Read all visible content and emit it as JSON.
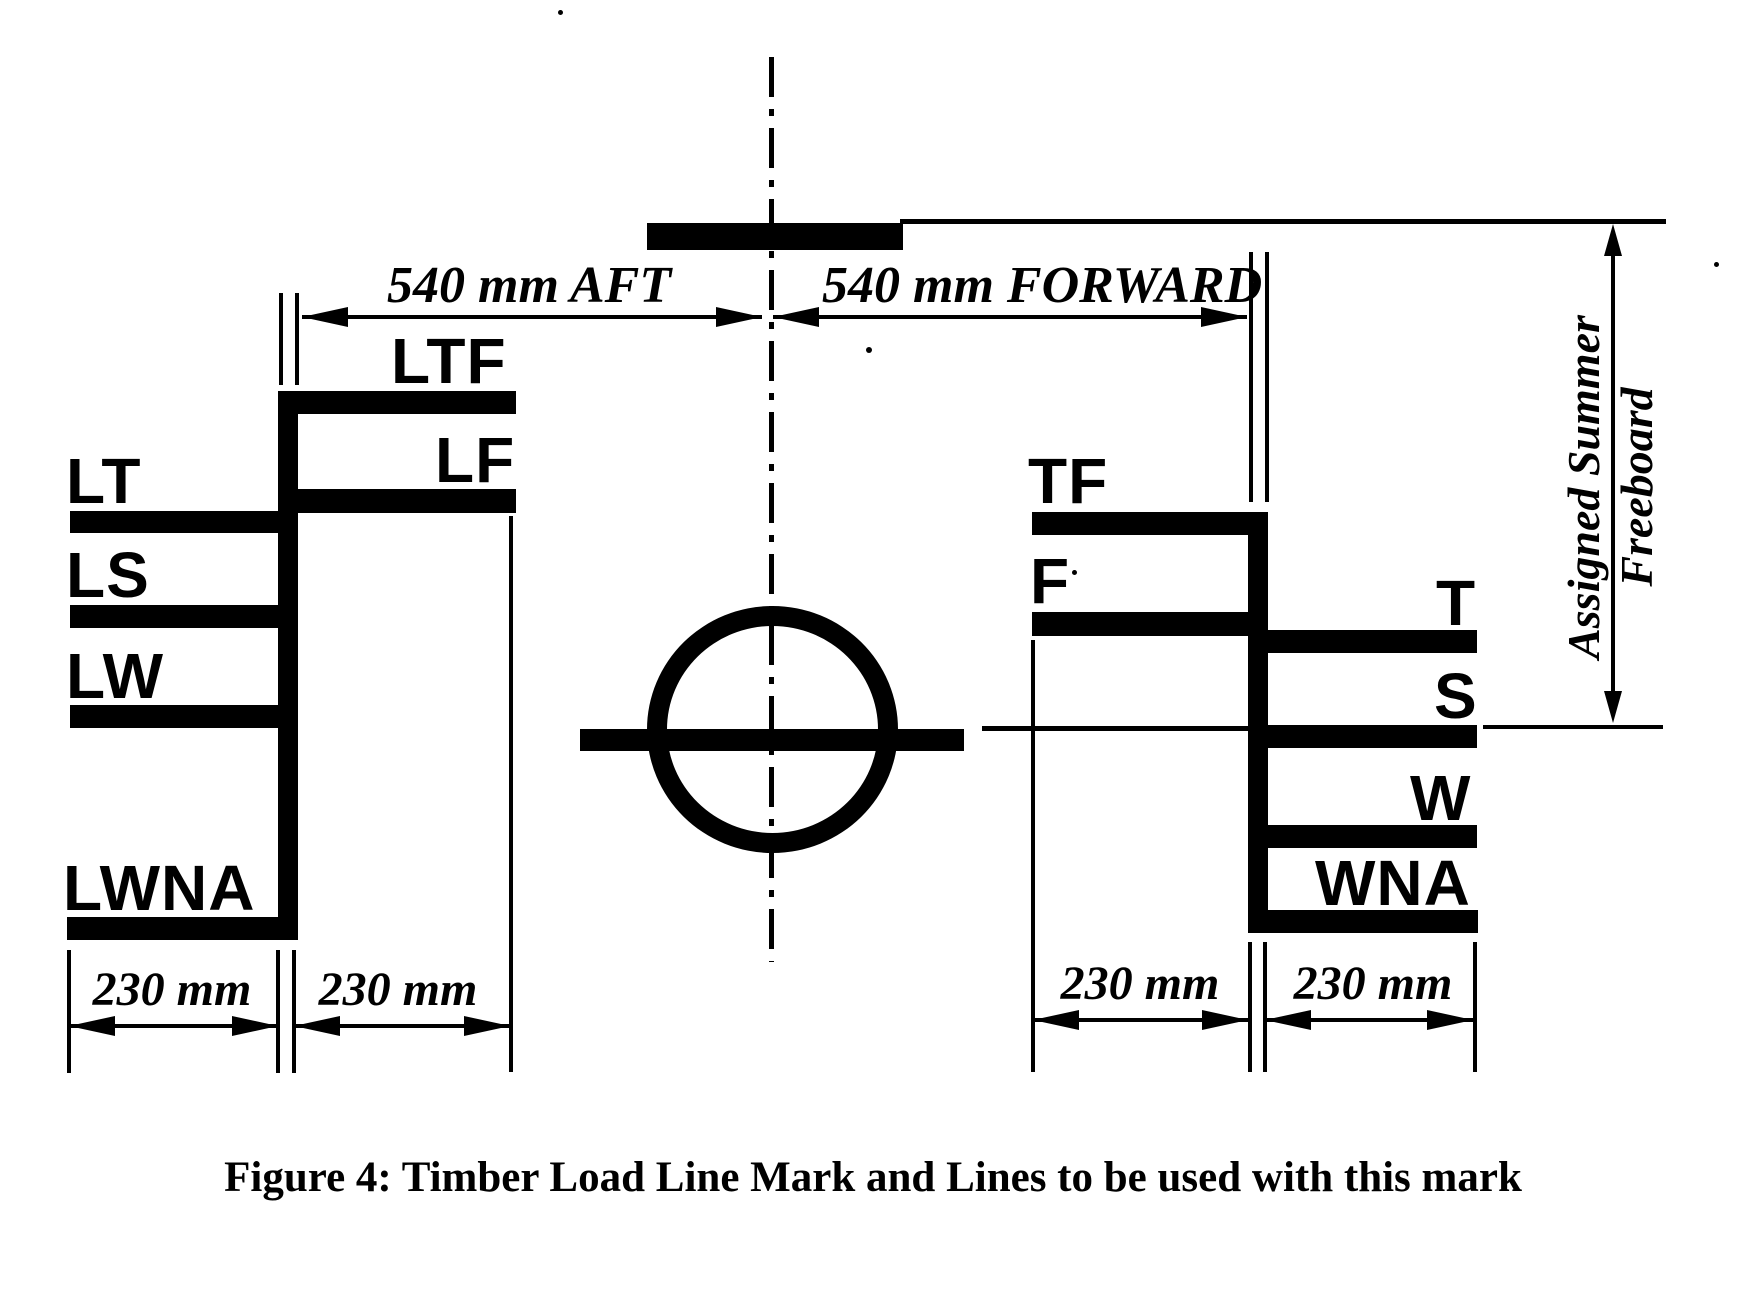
{
  "figure": {
    "caption": "Figure 4: Timber Load Line Mark and Lines to be used with this mark",
    "ink_color": "#000000",
    "paper_color": "#ffffff"
  },
  "dimensions": {
    "aft_offset": "540 mm AFT",
    "forward_offset": "540 mm FORWARD",
    "timber_aft_width": "230 mm",
    "timber_forward_width": "230 mm",
    "loadline_aft_width": "230 mm",
    "loadline_forward_width": "230 mm"
  },
  "freeboard_note": {
    "line1": "Assigned Summer",
    "line2": "Freeboard"
  },
  "timber_mark_labels": {
    "ltf": "LTF",
    "lf": "LF",
    "lt": "LT",
    "ls": "LS",
    "lw": "LW",
    "lwna": "LWNA"
  },
  "loadline_mark_labels": {
    "tf": "TF",
    "f": "F",
    "t": "T",
    "s": "S",
    "w": "W",
    "wna": "WNA"
  }
}
